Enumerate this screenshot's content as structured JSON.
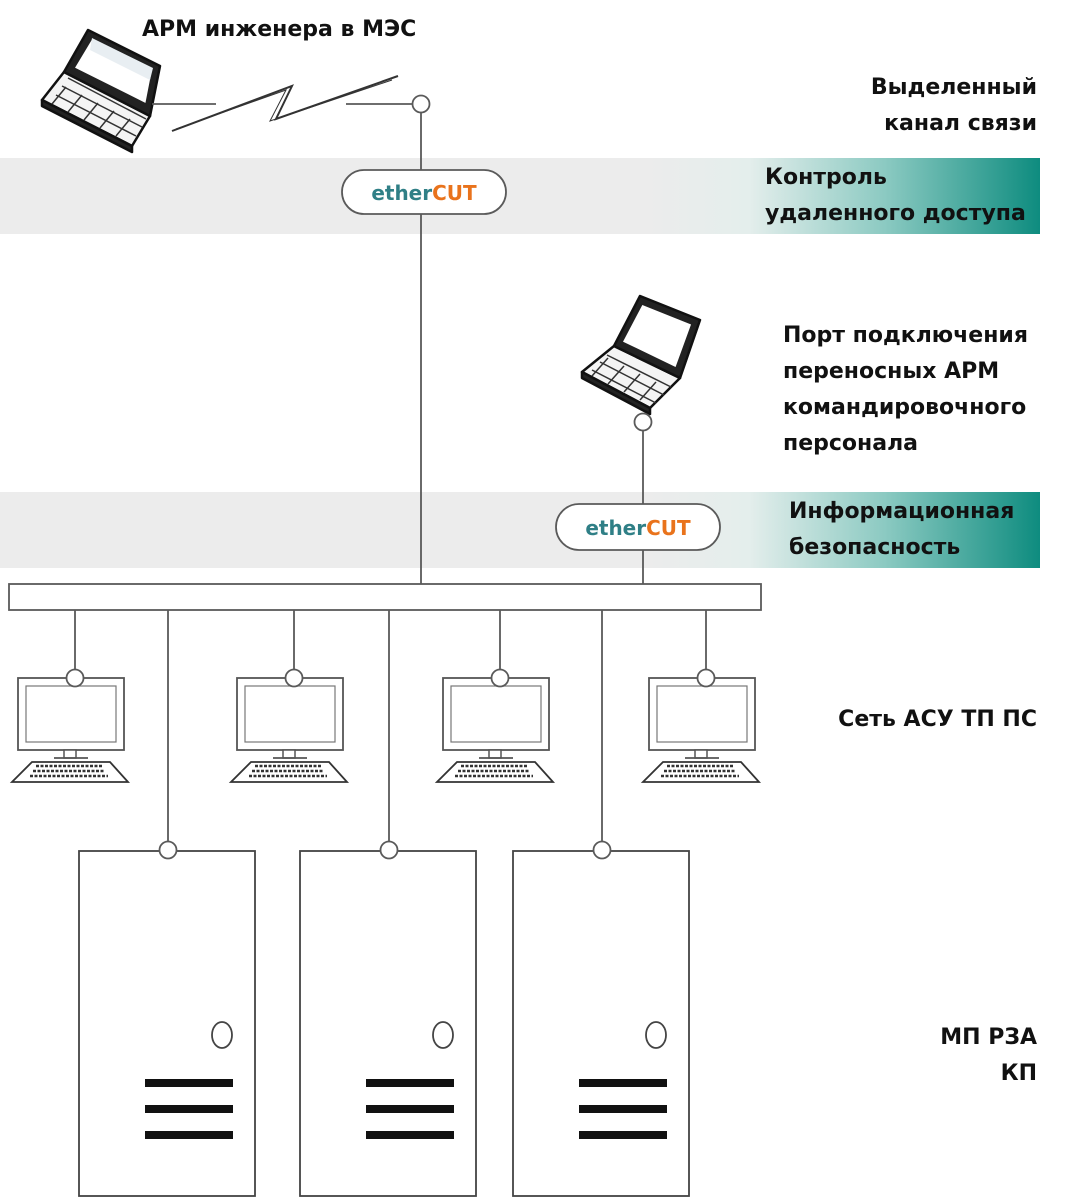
{
  "labels": {
    "arm_engineer": "АРМ инженера в МЭС",
    "dedicated_channel": "Выделенный\nканал связи",
    "remote_access_control": "Контроль\nудаленного доступа",
    "portable_port": "Порт подключения\nпереносных АРМ\nкомандировочного\nперсонала",
    "info_security": "Информационная\nбезопасность",
    "scada_network": "Сеть АСУ ТП ПС",
    "relay_protection": "МП РЗА\nКП"
  },
  "devices": {
    "ethercut_prefix": "ether",
    "ethercut_suffix": "CUT"
  },
  "colors": {
    "band_gray": "#ececec",
    "band_teal": "#0e8c7f",
    "ether_teal": "#2f7f86",
    "cut_orange": "#e9731c",
    "line": "#5a5a5a"
  }
}
